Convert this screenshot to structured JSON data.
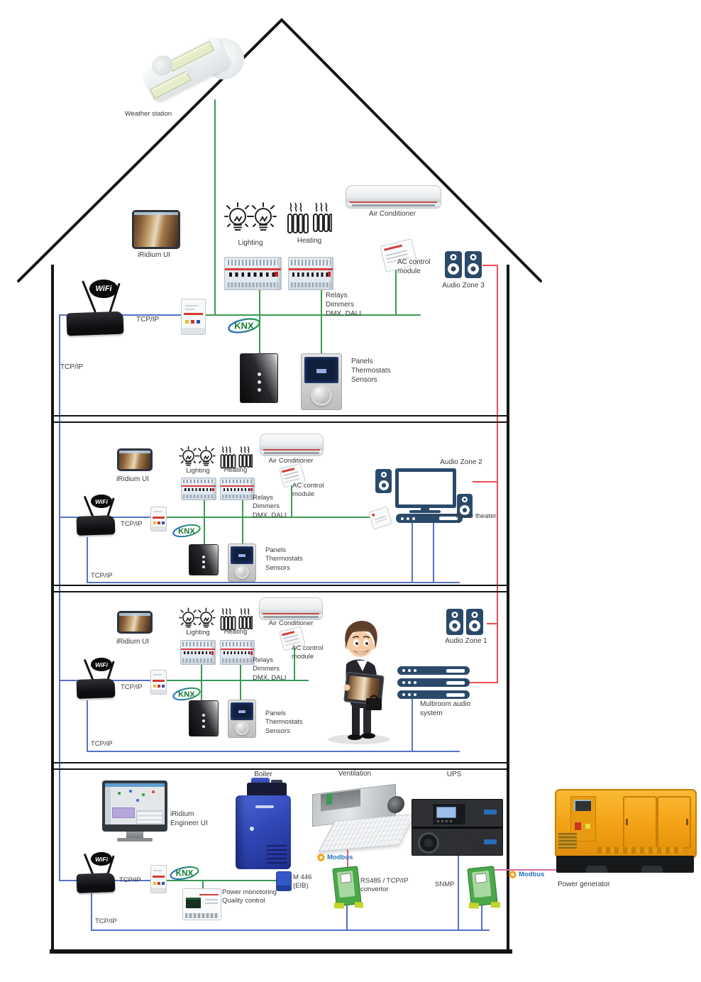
{
  "common": {
    "wifi": "WiFi",
    "knx": "KNX",
    "modbus": "Modbus",
    "tcpip": "TCP/IP"
  },
  "colors": {
    "knx_green": "#3a9a56",
    "tcpip_blue": "#5672c8",
    "audio_red": "#ee4d52",
    "modbus_pink": "#d869a8",
    "speaker_navy": "#2b4a6b",
    "boiler_blue": "#3148b8",
    "generator_orange": "#f3a014"
  },
  "roof": {
    "weather_station": "Weather station"
  },
  "f1": {
    "iridium": "iRidium UI",
    "lighting": "Lighting",
    "heating": "Heating",
    "ac": "Air Conditioner",
    "ac_module": "AC control\nmodule",
    "relays": "Relays\nDimmers\nDMX, DALI",
    "panels": "Panels\nThermostats\nSensors",
    "audio_zone": "Audio Zone 3"
  },
  "f2": {
    "iridium": "iRidium UI",
    "lighting": "Lighting",
    "heating": "Heating",
    "ac": "Air Conditioner",
    "ac_module": "AC control\nmodule",
    "relays": "Relays\nDimmers\nDMX, DALI",
    "panels": "Panels\nThermostats\nSensors",
    "audio_zone": "Audio Zone 2",
    "home_theater": "Home theater"
  },
  "f3": {
    "iridium": "iRidium UI",
    "lighting": "Lighting",
    "heating": "Heating",
    "ac": "Air Conditioner",
    "ac_module": "AC control\nmodule",
    "relays": "Relays\nDimmers\nDMX, DALI",
    "panels": "Panels\nThermostats\nSensors",
    "audio_zone": "Audio Zone 1",
    "multiroom": "Multiroom audio\nsystem"
  },
  "b": {
    "engineer": "iRidium\nEngineer UI",
    "boiler": "Boiler",
    "ventilation": "Ventilation",
    "ups": "UPS",
    "generator": "Power generator",
    "m446": "M 446\n(EIB)",
    "power_mon": "Power monotoring\nQuality control",
    "rs485": "RS485 / TCP/IP\nconvertor",
    "snmp": "SNMP"
  }
}
